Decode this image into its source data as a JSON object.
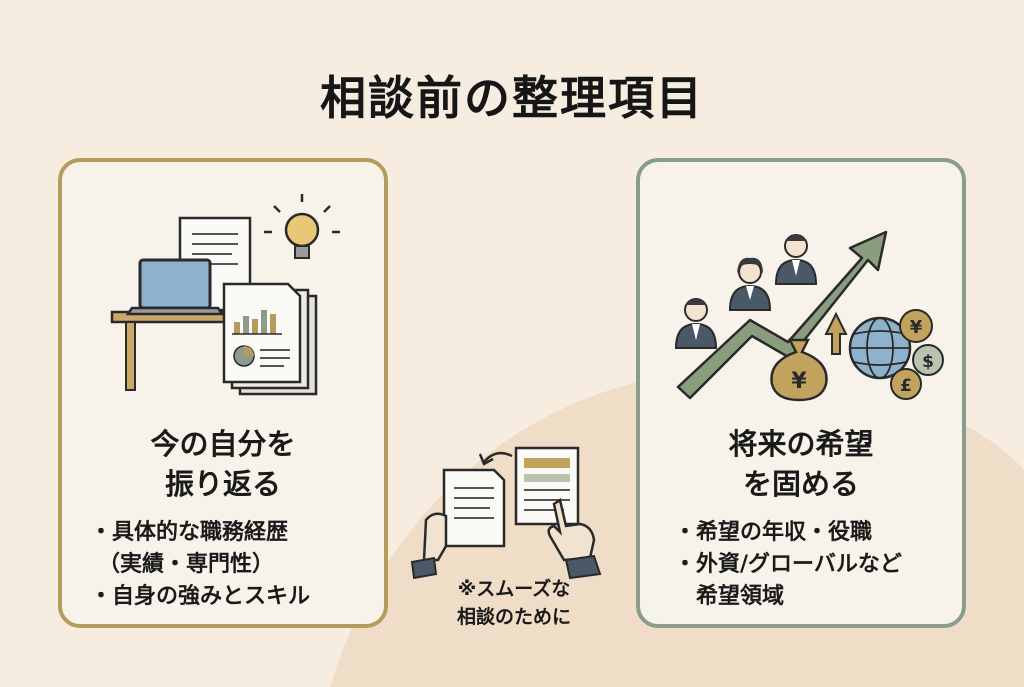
{
  "title": "相談前の整理項目",
  "left_card": {
    "heading": [
      "今の自分を",
      "振り返る"
    ],
    "bullets": [
      {
        "marker": "・",
        "text": "具体的な職務経歴"
      },
      {
        "marker": "",
        "text": "（実績・専門性）"
      },
      {
        "marker": "・",
        "text": "自身の強みとスキル"
      }
    ]
  },
  "right_card": {
    "heading": [
      "将来の希望",
      "を固める"
    ],
    "bullets": [
      {
        "marker": "・",
        "text": "希望の年収・役職"
      },
      {
        "marker": "・",
        "text": "外資/グローバルなど"
      },
      {
        "marker": "",
        "text": "希望領域"
      }
    ],
    "currency_symbols": [
      "¥",
      "$",
      "£",
      "¥"
    ]
  },
  "center_note": [
    "※スムーズな",
    "相談のために"
  ],
  "colors": {
    "background": "#f6ece0",
    "left_border": "#b49b5e",
    "right_border": "#8a9d8a",
    "arrow_green": "#8a9d7e",
    "money_bag": "#c2a35e"
  },
  "icons": [
    "document-icon",
    "laptop-icon",
    "desk-icon",
    "lightbulb-icon",
    "bar-chart-report-icon",
    "businessperson-icon",
    "growth-arrow-icon",
    "money-bag-icon",
    "up-arrow-icon",
    "globe-icon",
    "coin-icon",
    "hand-holding-document-icon",
    "form-sheet-icon",
    "pointing-hand-icon",
    "return-arrow-icon"
  ]
}
